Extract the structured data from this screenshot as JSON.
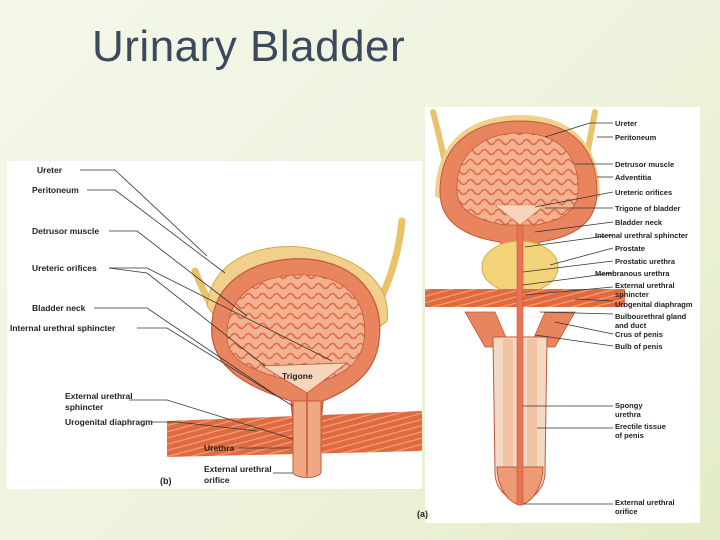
{
  "slide": {
    "title": "Urinary Bladder"
  },
  "figure_b": {
    "panel_letter": "(b)",
    "labels": {
      "ureter": "Ureter",
      "peritoneum": "Peritoneum",
      "detrusor": "Detrusor muscle",
      "ureteric_orifices": "Ureteric orifices",
      "bladder_neck": "Bladder neck",
      "internal_sphincter": "Internal urethral sphincter",
      "trigone": "Trigone",
      "external_sphincter_1": "External urethral",
      "external_sphincter_2": "sphincter",
      "urogenital_diaphragm": "Urogenital diaphragm",
      "urethra": "Urethra",
      "external_orifice_1": "External urethral",
      "external_orifice_2": "orifice"
    }
  },
  "figure_a": {
    "panel_letter": "(a)",
    "labels": {
      "ureter": "Ureter",
      "peritoneum": "Peritoneum",
      "detrusor": "Detrusor muscle",
      "adventitia": "Adventitia",
      "ureteric_orifices": "Ureteric orifices",
      "trigone": "Trigone of bladder",
      "bladder_neck": "Bladder neck",
      "internal_sphincter": "Internal urethral sphincter",
      "prostate": "Prostate",
      "prostatic_urethra": "Prostatic urethra",
      "membranous_urethra": "Membranous urethra",
      "external_sphincter_1": "External urethral",
      "external_sphincter_2": "sphincter",
      "urogenital_diaphragm": "Urogenital diaphragm",
      "bulbourethral_1": "Bulbourethral gland",
      "bulbourethral_2": "and duct",
      "crus": "Crus of penis",
      "bulb": "Bulb of penis",
      "spongy_1": "Spongy",
      "spongy_2": "urethra",
      "erectile_1": "Erectile tissue",
      "erectile_2": "of penis",
      "external_orifice_1": "External urethral",
      "external_orifice_2": "orifice"
    }
  },
  "colors": {
    "title": "#3a4a5c",
    "tissue_outer": "#e8855f",
    "tissue_inner": "#f6c7a8",
    "muscle": "#d9553c",
    "ureter_yellow": "#e9c26a",
    "diaphragm": "#e06a40"
  }
}
